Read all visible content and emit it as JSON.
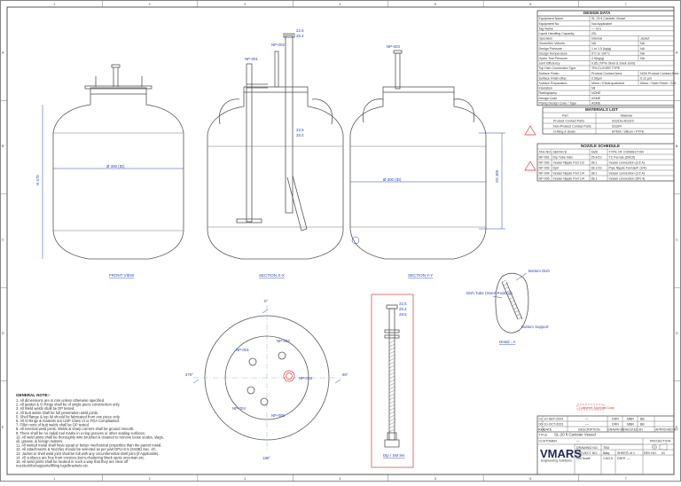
{
  "border": {
    "columns": [
      "1",
      "2",
      "3",
      "4",
      "5",
      "6",
      "7"
    ],
    "rows": [
      "A",
      "B",
      "C",
      "D",
      "E"
    ]
  },
  "design_data": {
    "title": "DESIGN DATA",
    "rows": [
      {
        "label": "Equipment Name",
        "value": "SL-20 lt Canister Vessel"
      },
      {
        "label": "Equipment No.",
        "value": "Not Applicable"
      },
      {
        "label": "Tag Name",
        "value": "— Cn1"
      },
      {
        "label": "Liquid Handling Capacity",
        "value": "20L"
      },
      {
        "label": "Operation",
        "value": "Internal",
        "extra": "Jacket"
      },
      {
        "label": "Geometric Volume",
        "value": "NA",
        "extra": "NA"
      },
      {
        "label": "Design Pressure",
        "value": "1 to 1.5 (kg/g)",
        "extra": "NA"
      },
      {
        "label": "Design Temperature",
        "value": "0°C to 100°C",
        "extra": "NA"
      },
      {
        "label": "Hydro Test Pressure",
        "value": "2.0(kg/g)",
        "extra": "NA"
      },
      {
        "label": "Joint Efficiency",
        "value": "0.85 (T/Pre Shell & Shell Joint)"
      },
      {
        "label": "Top Dish Connection Type",
        "value": "TRI-CLOVER TYPE"
      },
      {
        "label": "Surface Finish",
        "value": "Product Contact Area",
        "extra": "NON Product Contact Area"
      },
      {
        "label": "Surface Finish (Ra)",
        "value": "0.50µm",
        "extra": "0.12 µm"
      },
      {
        "label": "Surface Preparation",
        "value": "Mirror / Electropolished",
        "extra": "Mirror / Satin Finish / 220"
      },
      {
        "label": "Insulation",
        "value": "Nil"
      },
      {
        "label": "Radiography",
        "value": "NONE"
      },
      {
        "label": "Design Code",
        "value": "ASME"
      },
      {
        "label": "Piping Design Code / Type",
        "value": "ASME"
      }
    ]
  },
  "material_list": {
    "title": "MATERIALS LIST",
    "headers": [
      "Part",
      "Material"
    ],
    "rows": [
      {
        "part": "Product Contact Parts",
        "material": "SS316L/SS316"
      },
      {
        "part": "Non-Product Contact Parts",
        "material": "SS304"
      },
      {
        "part": "O-Ring & Seals",
        "material": "EPDM / Silicon / PTFE"
      }
    ]
  },
  "nozzle_schedule": {
    "title": "NOZZLE SCHEDULE",
    "headers": [
      "TAG NO.",
      "SERVICE",
      "SIZE",
      "TYPE OF CONNECTOR"
    ],
    "rows": [
      [
        "NP-001",
        "Dip Tube Inlet",
        "25.4/19",
        "TC Ferrule (DN15)"
      ],
      [
        "NP-002",
        "Vessel Nipple Port 1/2",
        "38.1",
        "Vessel connection (1/2 A)"
      ],
      [
        "NP-003",
        "Dp/t",
        "38.1/19",
        "Pipe Nipple Ferrule/F (3/4)"
      ],
      [
        "NP-004",
        "Vessel Nipple Port 1/4",
        "38.1",
        "Vessel connection (1/2 A)"
      ],
      [
        "NP-005",
        "Vessel Nipple Port 1/4",
        "38.1",
        "Vessel connection (DN 4)"
      ]
    ]
  },
  "views": {
    "front": "FRONT VIEW",
    "section_a": "SECTION X-X",
    "section_b": "SECTION Y-Y",
    "detail": "Detail - A"
  },
  "dimensions": {
    "front_width": "Ø 300 (ID)",
    "sectionb_width": "Ø 300 (ID)",
    "height": "H 470",
    "shell_len": "SS 300"
  },
  "callouts": {
    "nozzle_labels": [
      "NP-001",
      "NP-002",
      "NP-003",
      "NP-004",
      "NP-005"
    ],
    "bottom_dish": "Bottom Dish",
    "dip_tube": "Dish Tube (Insert Position)",
    "bottom_support": "Bottom Support",
    "angles": [
      "0°",
      "90°",
      "180°",
      "270°"
    ],
    "dip_label": "Dip / SM len"
  },
  "notes": {
    "title": "GENERAL NOTE:-",
    "lines": [
      "1. All dimensions are in mm unless otherwise specified.",
      "2. All gasket & O-Rings shall be of single piece construction only.",
      "3. All Weld welds shall be DP tested.",
      "4. All butt welds shall be full penetration weld joints.",
      "5. Shell flange & top lid should be fabricated from one piece only.",
      "6. All O-Rings & Gaskets are USP Class VI or FDA Complianted.",
      "7. Fillet roots of butt welds shall be DP tested.",
      "8. All external weld joints, Welds & sharp corners shall be ground smooth.",
      "9. There shall be no radial tool marks in o-ring grooves or other sealing surfaces.",
      "10. All weld joints shall be thoroughly wire brushed & cleaned to remove loose scales, slags,",
      "oil, grease, & foreign matters.",
      "11. All wetted metal shall have equal or better mechanical properties than the parent metal.",
      "12. All attachments & Nozzles should be selected as per part DPU-S-5 (SS0B) Sec. I/C.",
      "13. Jacket to shell weld joint shall be full with any circumferential shell joint (if Applicable).",
      "14. All surfaces are free from crevices,burrs,chattering black spots uncertain etc.",
      "15. All weld joints shall be located in such a way that they are clear off",
      "nozzles/ribs/supports/lifting lugs/brackets etc."
    ]
  },
  "title_block": {
    "revisions": [
      {
        "rev": "01",
        "date": "10-SEP-2024",
        "desc": "—",
        "by": "DRN",
        "chk": "MBR",
        "app": "BB"
      },
      {
        "rev": "00",
        "date": "10-OCT-2023",
        "desc": "—",
        "by": "DRN",
        "chk": "MBR",
        "app": "BB"
      }
    ],
    "rev_headers": [
      "REV.",
      "DATE",
      "DESCRIPTION",
      "DRAWN BY",
      "CHECKED BY",
      "APPROVED BY"
    ],
    "title_label": "TITLE",
    "title": "SL-20 lt Canister Vessel",
    "customer_label": "CUSTOMER",
    "customer": "—",
    "projection": "PROJECTION",
    "logo": "VMARS",
    "logo_sub": "Engineering Solutions",
    "drawing_no_label": "DRAWING NO.",
    "drawing_no": "TBD",
    "project_no_label": "PROJECT NO.",
    "project_no": "Batg",
    "sheet_label": "SHEET",
    "sheet": "1 of 1",
    "rev_no_label": "REV NO.",
    "rev_no": "01",
    "scale_label": "Not Scale",
    "scale": "1:6/3.5",
    "date_label": "DATE",
    "date": "—",
    "revision_link": "Customer Approval Copy"
  }
}
